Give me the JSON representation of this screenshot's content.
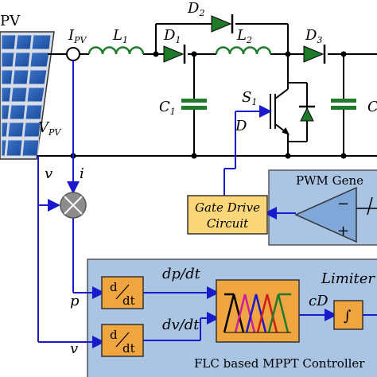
{
  "pv": {
    "label": "PV"
  },
  "currents_voltages": {
    "ipv": "I",
    "ipv_sub": "PV",
    "vpv": "V",
    "vpv_sub": "PV",
    "v": "v",
    "i": "i",
    "p": "p",
    "v2": "v"
  },
  "components": {
    "L1": "L",
    "L1_sub": "1",
    "L2": "L",
    "L2_sub": "2",
    "D1": "D",
    "D1_sub": "1",
    "D2": "D",
    "D2_sub": "2",
    "D3": "D",
    "D3_sub": "3",
    "C1": "C",
    "C1_sub": "1",
    "C2": "C",
    "S1": "S",
    "S1_sub": "1",
    "D_signal": "D"
  },
  "gate_drive": {
    "line1": "Gate Drive",
    "line2": "Circuit"
  },
  "pwm": {
    "title": "PWM Gene",
    "minus": "−",
    "plus": "+"
  },
  "flc": {
    "title": "FLC based MPPT Controller",
    "dpdt": "dp/dt",
    "dvdt": "dv/dt",
    "cD": "cD",
    "limiter": "Limiter",
    "d_num": "d",
    "d_den": "dt",
    "integral": "∫"
  },
  "colors": {
    "wire": "#000000",
    "signal": "#1a1acc",
    "capacitor": "#1f7a2a",
    "orange_block": "#f0a640",
    "flc_panel": "#aac4e4",
    "pwm_triangle": "#7fa8d8",
    "gate_drive": "#fbd77a"
  }
}
